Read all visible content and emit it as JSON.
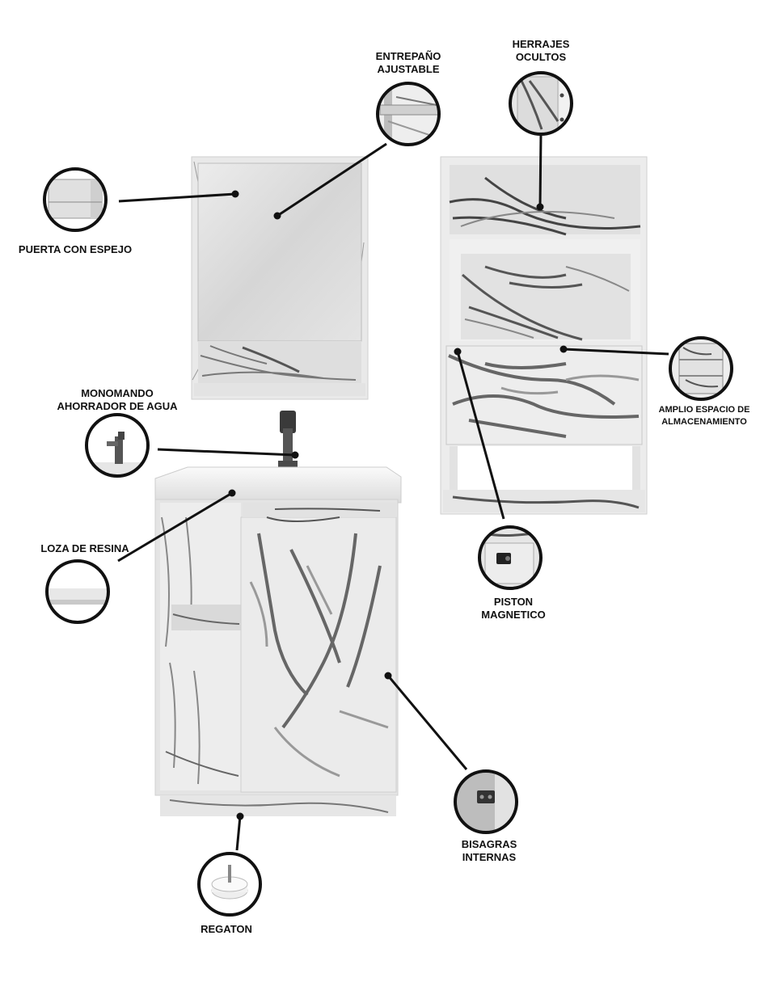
{
  "callouts": {
    "entrepano": {
      "line1": "ENTREPAÑO",
      "line2": "AJUSTABLE"
    },
    "herrajes": {
      "line1": "HERRAJES",
      "line2": "OCULTOS"
    },
    "puerta": {
      "text": "PUERTA CON ESPEJO"
    },
    "monomando": {
      "line1": "MONOMANDO",
      "line2": "AHORRADOR DE AGUA"
    },
    "amplio": {
      "line1": "AMPLIO ESPACIO DE",
      "line2": "ALMACENAMIENTO"
    },
    "loza": {
      "text": "LOZA DE RESINA"
    },
    "piston": {
      "line1": "PISTON",
      "line2": "MAGNETICO"
    },
    "bisagras": {
      "line1": "BISAGRAS",
      "line2": "INTERNAS"
    },
    "regaton": {
      "text": "REGATON"
    }
  },
  "colors": {
    "marble_base": "#e8e8e8",
    "marble_vein": "#7a7a7a",
    "mirror": "#d9d9d9",
    "leader_line": "#111111",
    "circle_border": "#111111"
  },
  "icons": [
    "mirror-door-detail-icon",
    "adjustable-shelf-detail-icon",
    "hidden-hardware-detail-icon",
    "faucet-detail-icon",
    "storage-detail-icon",
    "resin-sink-detail-icon",
    "magnetic-piston-detail-icon",
    "internal-hinge-detail-icon",
    "leveling-foot-detail-icon"
  ]
}
